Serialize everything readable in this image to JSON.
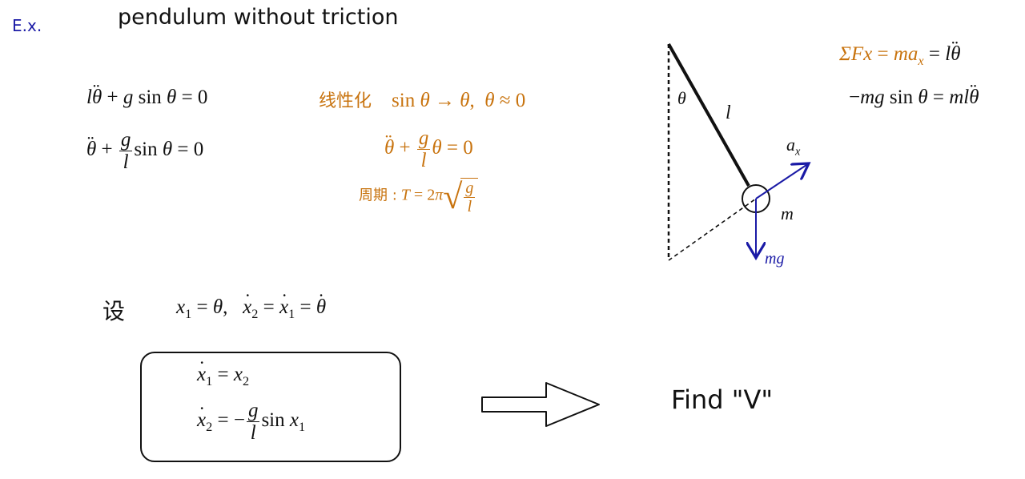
{
  "header": {
    "ex_label": "E.x.",
    "title": "pendulum without triction"
  },
  "linearize": {
    "label": "线性化",
    "period_label": "周期 :"
  },
  "let_label": "设",
  "find_text": "Find \"V\"",
  "diagram": {
    "theta": "θ",
    "length": "l",
    "mass": "m",
    "accel": "a",
    "accel_sub": "x",
    "weight": "mg"
  },
  "colors": {
    "ink": "#111111",
    "orange": "#c8730e",
    "blue": "#1a1aa6"
  }
}
